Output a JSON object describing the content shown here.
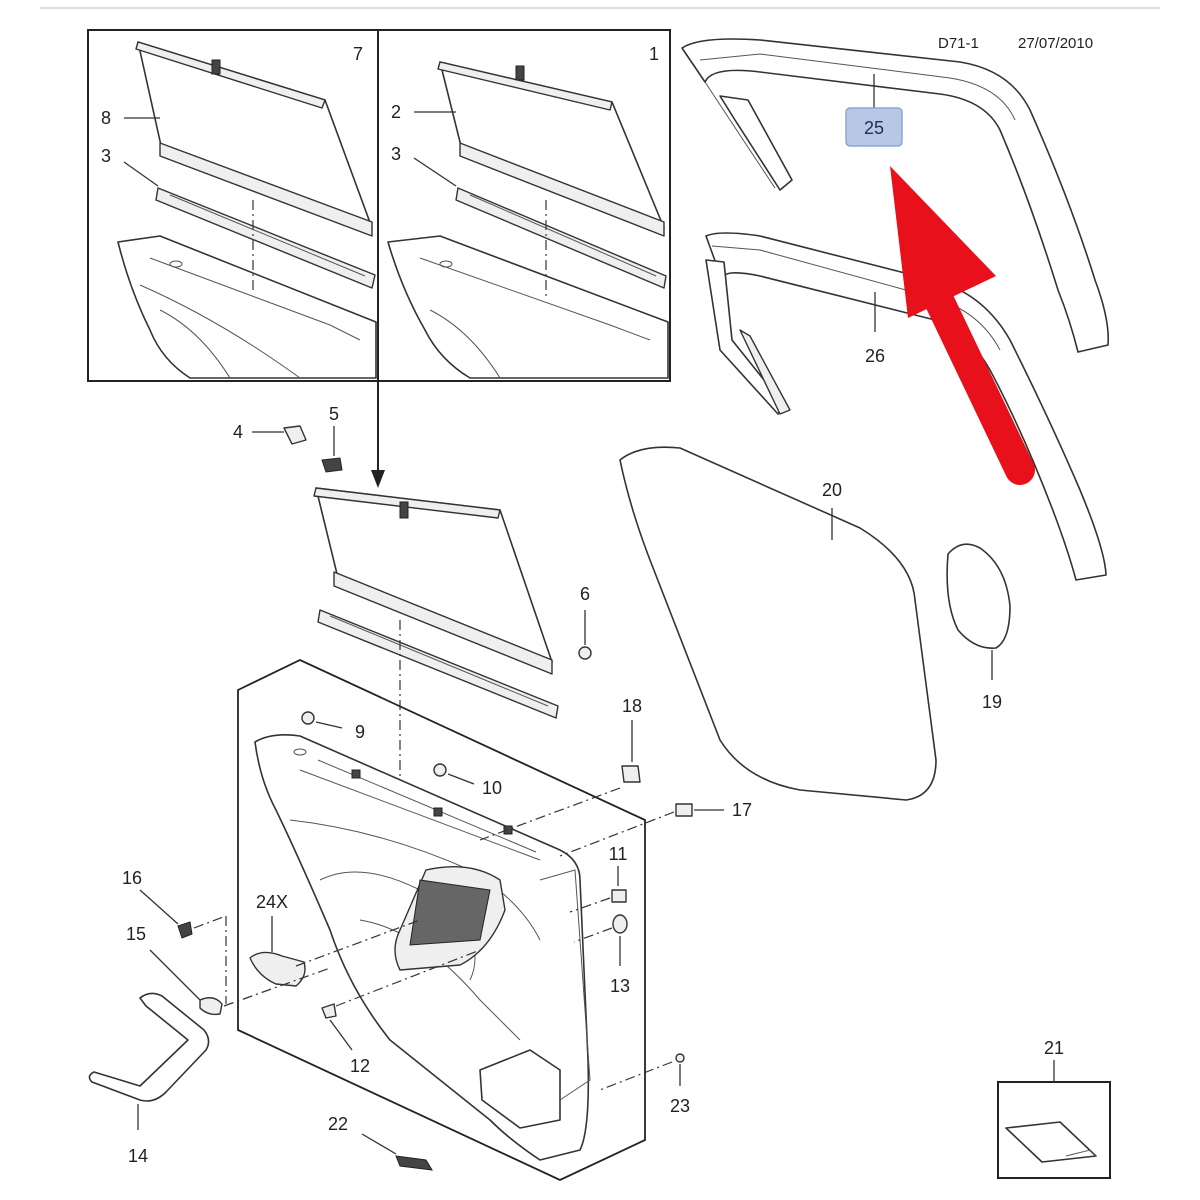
{
  "header": {
    "diagram_code": "D71-1",
    "date": "27/07/2010"
  },
  "highlight": {
    "label": "25",
    "box_color": "#b7c7e6",
    "arrow_color": "#e8101a"
  },
  "callouts": {
    "c1": "1",
    "c2": "2",
    "c3a": "3",
    "c3b": "3",
    "c4": "4",
    "c5": "5",
    "c6": "6",
    "c7": "7",
    "c8": "8",
    "c9": "9",
    "c10": "10",
    "c11": "11",
    "c12": "12",
    "c13": "13",
    "c14": "14",
    "c15": "15",
    "c16": "16",
    "c17": "17",
    "c18": "18",
    "c19": "19",
    "c20": "20",
    "c21": "21",
    "c22": "22",
    "c23": "23",
    "c24x": "24X",
    "c26": "26"
  }
}
